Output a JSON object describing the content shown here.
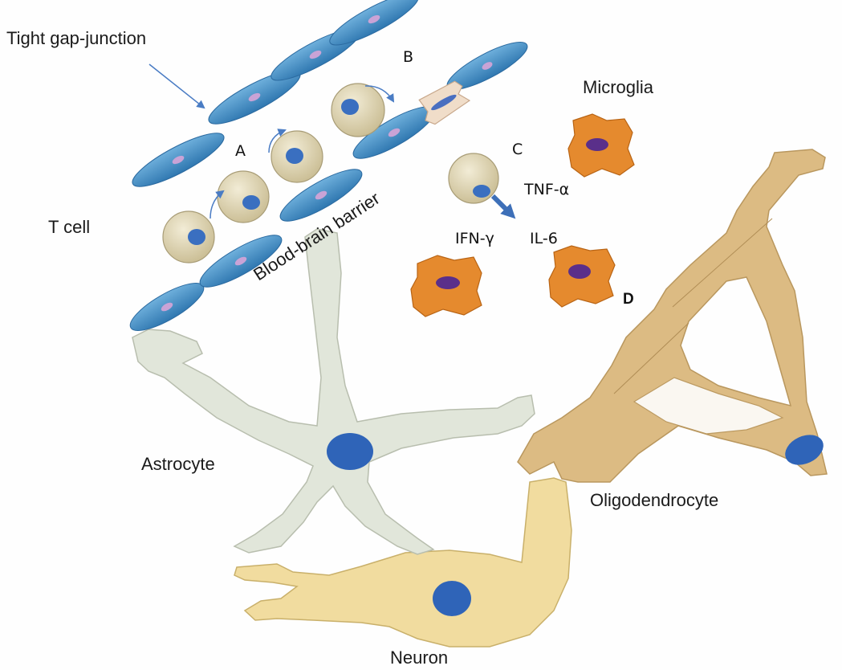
{
  "labels": {
    "tight_gap_junction": "Tight gap-junction",
    "t_cell": "T cell",
    "blood_brain_barrier": "Blood-brain barrier",
    "microglia": "Microglia",
    "astrocyte": "Astrocyte",
    "oligodendrocyte": "Oligodendrocyte",
    "neuron": "Neuron",
    "tnf_alpha": "TNF-α",
    "ifn_gamma": "IFN-γ",
    "il6": "IL-6"
  },
  "markers": {
    "a": "A",
    "b": "B",
    "c": "C",
    "d": "D"
  },
  "colors": {
    "endothelial": "#4a90c4",
    "endothelial_nucleus": "#c9a3d6",
    "t_cell_body": "#d9cfae",
    "t_cell_nucleus": "#3a6fc0",
    "microglia": "#e58a2e",
    "microglia_nucleus": "#5a2f8a",
    "astrocyte": "#dfe4d8",
    "oligodendrocyte": "#d9b77c",
    "neuron": "#f0d99a",
    "cell_nucleus": "#2f64b8",
    "arrow": "#4a7cc4"
  }
}
